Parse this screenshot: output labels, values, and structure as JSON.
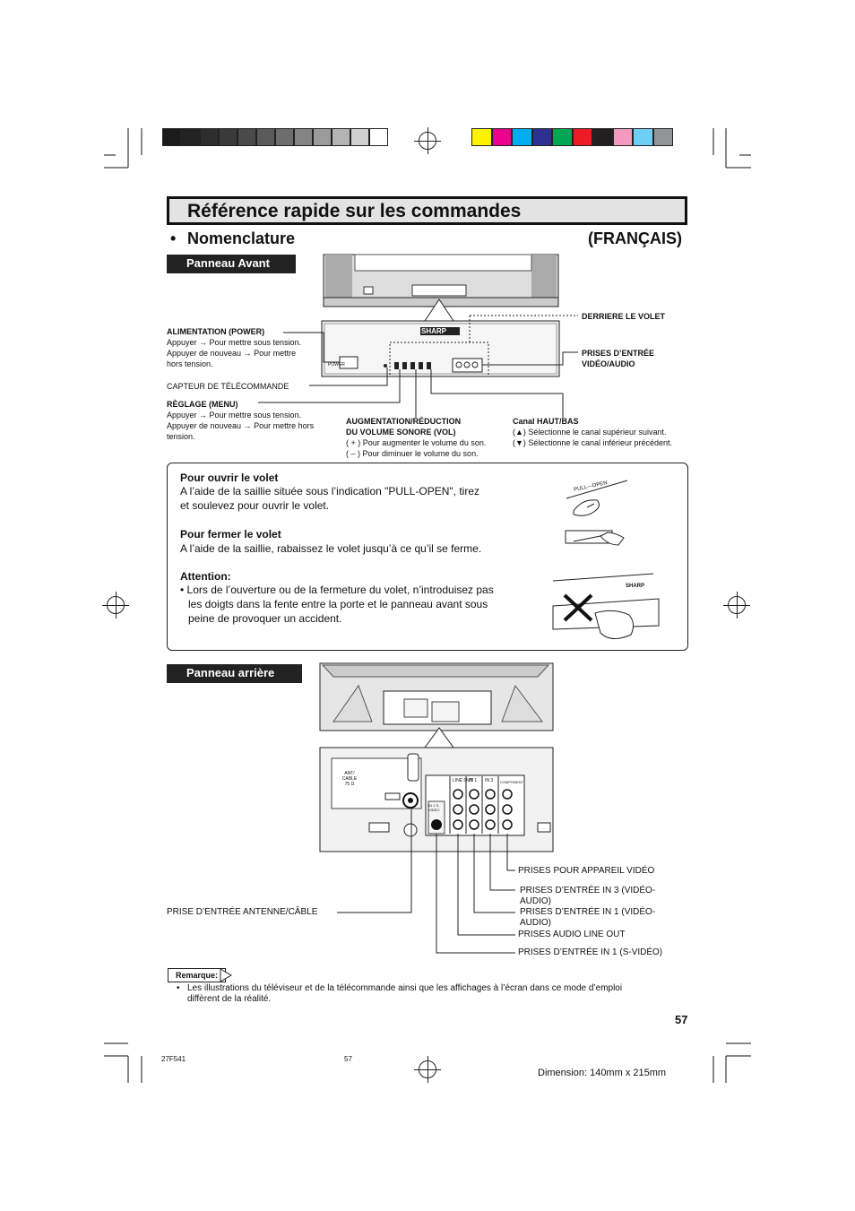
{
  "calibration": {
    "grays": [
      "#1b1b1b",
      "#232323",
      "#2d2d2d",
      "#3a3a3a",
      "#4a4a4a",
      "#5a5a5a",
      "#6d6d6d",
      "#848484",
      "#9b9b9b",
      "#b4b4b4",
      "#d0d0d0",
      "#ffffff"
    ],
    "colors": [
      "#fff200",
      "#ec008c",
      "#00aeef",
      "#2e3192",
      "#00a651",
      "#ed1c24",
      "#231f20",
      "#f49ac1",
      "#6dcff6",
      "#939598"
    ]
  },
  "title": "Référence rapide sur les commandes",
  "section": {
    "bullet": "•",
    "heading": "Nomenclature",
    "language": "(FRANÇAIS)"
  },
  "front_panel": {
    "tag": "Panneau Avant",
    "brand": "SHARP",
    "power_button": "POWER",
    "labels": {
      "power_title": "ALIMENTATION (POWER)",
      "power_l1": "Appuyer → Pour mettre sous tension.",
      "power_l2": "Appuyer de nouveau → Pour mettre",
      "power_l3": "hors tension.",
      "remote_sensor": "CAPTEUR DE TÉLÉCOMMANDE",
      "menu_title": "RÈGLAGE  (MENU)",
      "menu_l1": "Appuyer → Pour mettre sous tension.",
      "menu_l2": "Appuyer de nouveau → Pour mettre hors",
      "menu_l3": "tension.",
      "behind_door": "DERRIERE LE VOLET",
      "video_inputs_l1": "PRISES D’ENTRÉE",
      "video_inputs_l2": "VIDÉO/AUDIO",
      "vol_title_l1": "AUGMENTATION/RÉDUCTION",
      "vol_title_l2": "DU VOLUME SONORE (VOL)",
      "vol_l1": "( + ) Pour augmenter le volume du son.",
      "vol_l2": "( – ) Pour diminuer le volume du son.",
      "ch_title": "Canal HAUT/BAS",
      "ch_l1": "(▲) Sélectionne le canal supérieur  suivant.",
      "ch_l2": "(▼) Sélectionne le canal inférieur précédent."
    }
  },
  "door_box": {
    "open_title": "Pour ouvrir le volet",
    "open_l1": "A l’aide de la saillie située sous l’indication \"PULL-OPEN\", tirez",
    "open_l2": "et soulevez pour ouvrir le volet.",
    "close_title": "Pour fermer le volet",
    "close_l1": "A l’aide de la saillie, rabaissez le volet jusqu’à ce qu’il se ferme.",
    "attention_title": "Attention:",
    "attention_l1": "• Lors de l’ouverture ou de la fermeture du volet, n’introduisez pas",
    "attention_l2": "les doigts dans la fente entre la porte et le panneau avant sous",
    "attention_l3": "peine de provoquer un accident.",
    "pull_open": "PULL—OPEN",
    "brand": "SHARP"
  },
  "rear_panel": {
    "tag": "Panneau arrière",
    "ant_label_l1": "ANT/",
    "ant_label_l2": "CABLE",
    "ant_label_l3": "75 Ω",
    "jack_in1": "IN 1",
    "jack_line_out": "LINE OUT",
    "jack_in3": "IN 3",
    "jack_component": "COMPONENT",
    "jack_in1_svideo": "IN 1 S-VIDEO",
    "callouts": {
      "video_device": "PRISES POUR APPAREIL VIDÉO",
      "in3_l1": "PRISES D’ENTRÉE IN 3 (VIDÉO-",
      "in3_l2": "AUDIO)",
      "in1_l1": "PRISES D’ENTRÉE IN 1 (VIDÉO-",
      "in1_l2": "AUDIO)",
      "line_out": "PRISES AUDIO LINE OUT",
      "in1_svideo": "PRISES D’ENTRÉE IN 1 (S-VIDÉO)",
      "antenna": "PRISE D’ENTRÉE ANTENNE/CÂBLE"
    }
  },
  "remarque": {
    "tag": "Remarque:",
    "bullet": "•",
    "text_l1": "Les illustrations du téléviseur et de la télécommande ainsi que les affichages à l’écran dans ce mode d’emploi",
    "text_l2": "diffèrent de la réalité."
  },
  "footer": {
    "page_number": "57",
    "model": "27F541",
    "print_page": "57",
    "dimension": "Dimension: 140mm x 215mm"
  }
}
